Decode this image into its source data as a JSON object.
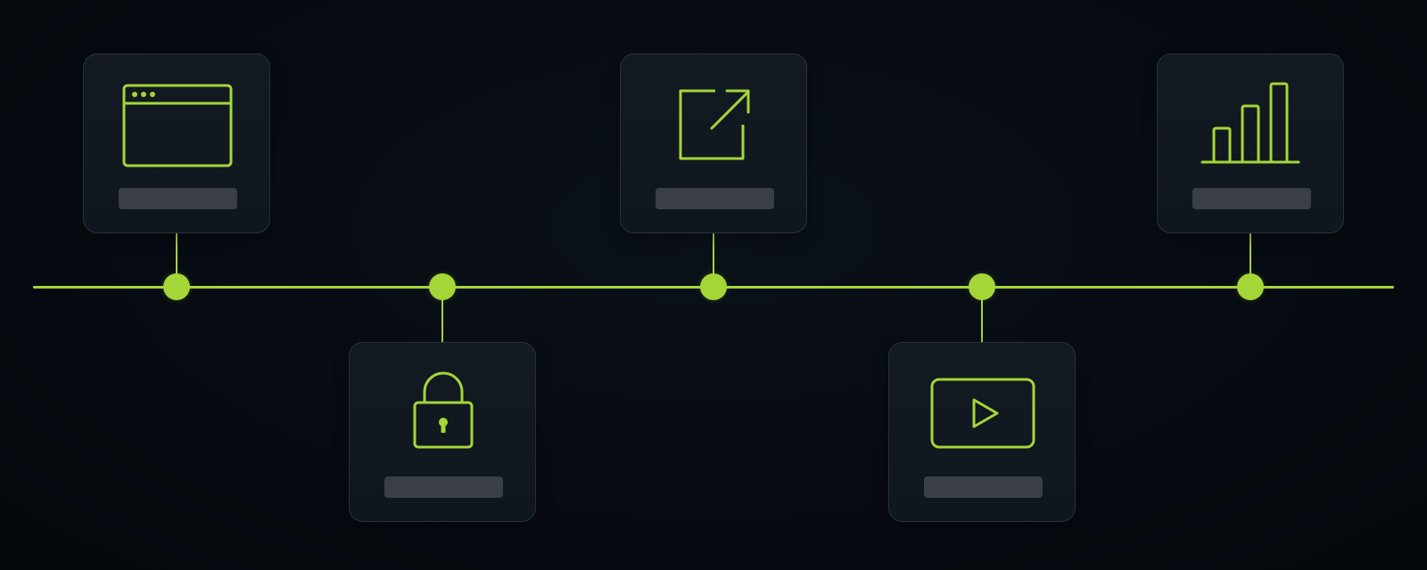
{
  "colors": {
    "accent": "#a4d638",
    "background": "#060a10",
    "card_background": "#121920",
    "card_border": "#28313b",
    "placeholder_bar": "#3a3f47"
  },
  "timeline": {
    "milestones": [
      {
        "icon": "browser-window-icon",
        "position": "above",
        "label": ""
      },
      {
        "icon": "padlock-icon",
        "position": "below",
        "label": ""
      },
      {
        "icon": "external-link-icon",
        "position": "above",
        "label": ""
      },
      {
        "icon": "video-play-icon",
        "position": "below",
        "label": ""
      },
      {
        "icon": "bar-chart-icon",
        "position": "above",
        "label": ""
      }
    ]
  }
}
